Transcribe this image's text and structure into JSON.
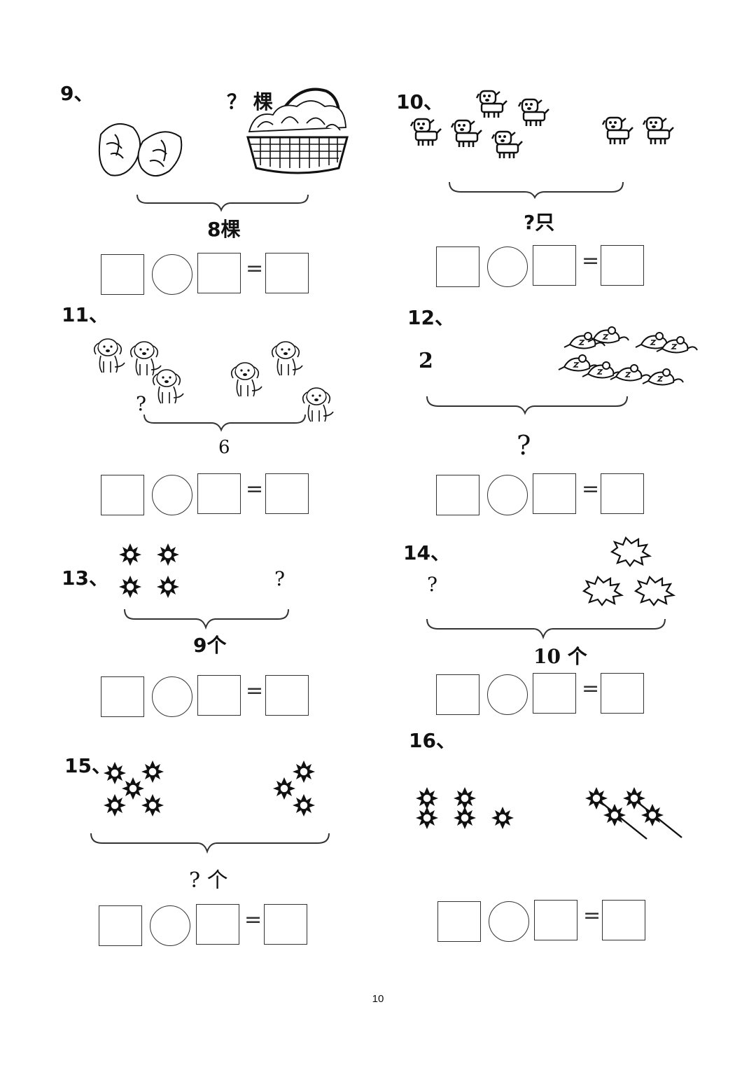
{
  "page_number": "10",
  "problems": [
    {
      "num": "9、",
      "labels": [
        "？ 棵",
        "8棵"
      ]
    },
    {
      "num": "10、",
      "labels": [
        "?只"
      ]
    },
    {
      "num": "11、",
      "labels": [
        "?",
        "6"
      ]
    },
    {
      "num": "12、",
      "labels": [
        "2",
        "?"
      ]
    },
    {
      "num": "13、",
      "labels": [
        "?",
        "9个"
      ]
    },
    {
      "num": "14、",
      "labels": [
        "?",
        "10 个"
      ]
    },
    {
      "num": "15、",
      "labels": [
        "? 个"
      ]
    },
    {
      "num": "16、",
      "labels": []
    }
  ],
  "equation": {
    "equals": "="
  },
  "icons": [
    "cabbage-icon",
    "basket-icon",
    "dog-icon",
    "puppy-icon",
    "mouse-icon",
    "star-burst-icon",
    "splat-icon",
    "firework-icon"
  ]
}
